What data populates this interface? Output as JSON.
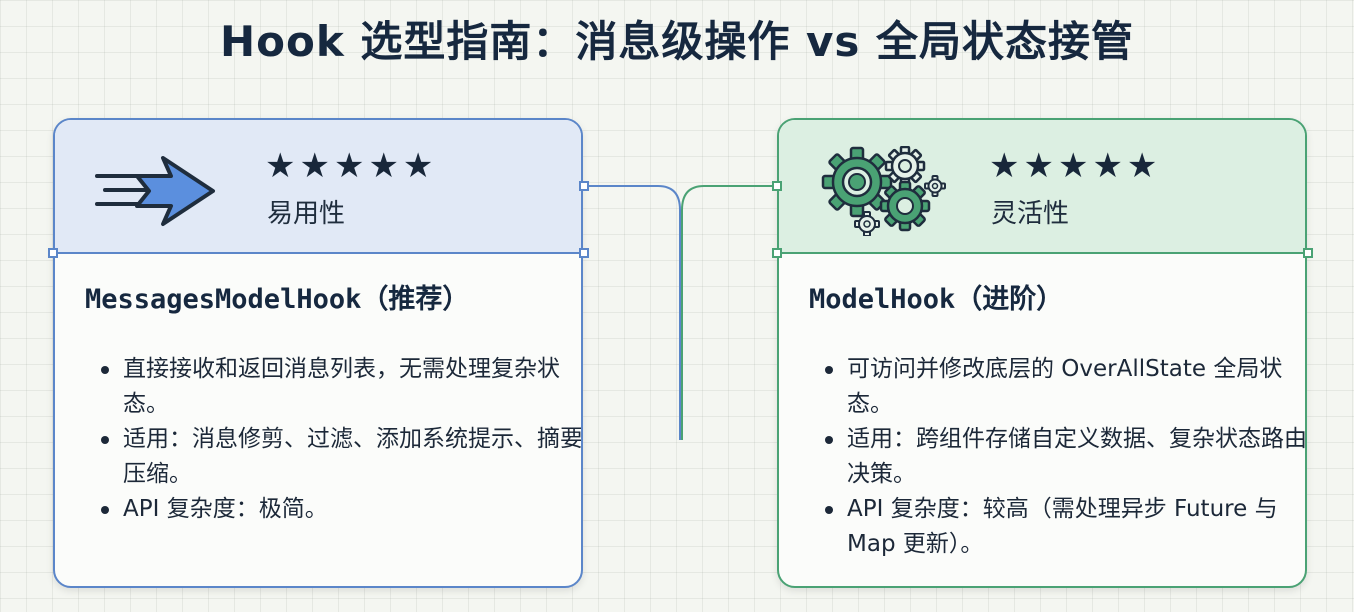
{
  "title": "Hook 选型指南：消息级操作 vs 全局状态接管",
  "left_card": {
    "icon": "arrow-motion-icon",
    "rating": "★★★★★",
    "rating_label": "易用性",
    "title": "MessagesModelHook（推荐）",
    "accent": "#5b86c9",
    "bullets": [
      "直接接收和返回消息列表，无需处理复杂状态。",
      "适用：消息修剪、过滤、添加系统提示、摘要压缩。",
      "API 复杂度：极简。"
    ]
  },
  "right_card": {
    "icon": "gears-icon",
    "rating": "★★★★★",
    "rating_label": "灵活性",
    "title": "ModelHook（进阶）",
    "accent": "#4aa274",
    "bullets": [
      "可访问并修改底层的 OverAllState 全局状态。",
      "适用：跨组件存储自定义数据、复杂状态路由决策。",
      "API 复杂度：较高（需处理异步 Future 与 Map 更新）。"
    ]
  }
}
